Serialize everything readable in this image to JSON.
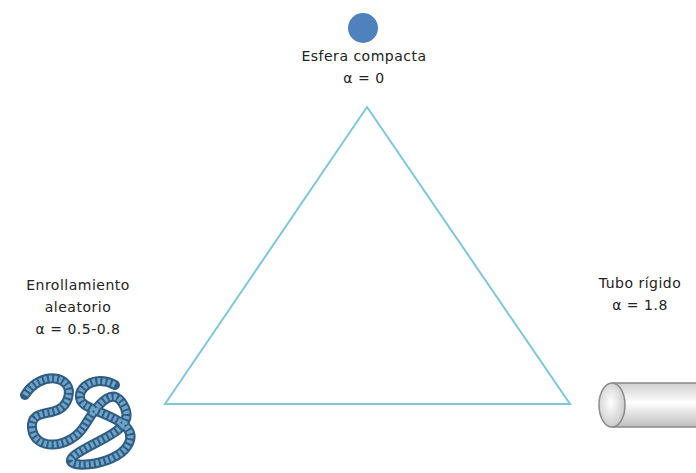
{
  "diagram": {
    "labels": [
      "Esfera compacta",
      "α = 0",
      "Enrollamiento aleatorio",
      "α = 0.5-0.8",
      "Tubo rígido",
      "α = 1.8"
    ]
  }
}
